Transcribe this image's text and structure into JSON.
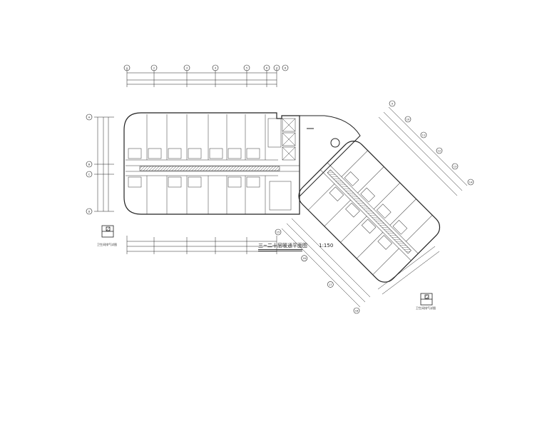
{
  "drawing": {
    "title": "三~二十层暖通平面图",
    "scale": "1:150",
    "detail_label_left": "卫生间排气详图",
    "detail_label_right": "卫生间排气详图"
  },
  "axes": {
    "top": [
      "1",
      "2",
      "3",
      "4",
      "5",
      "6",
      "7",
      "8"
    ],
    "left": [
      "A",
      "B",
      "C",
      "D"
    ],
    "diagonal_top": [
      "9",
      "10",
      "11",
      "12",
      "13",
      "14"
    ],
    "diagonal_bottom": [
      "15",
      "16",
      "17",
      "18"
    ]
  },
  "colors": {
    "line": "#222222",
    "hatch": "#555555"
  }
}
